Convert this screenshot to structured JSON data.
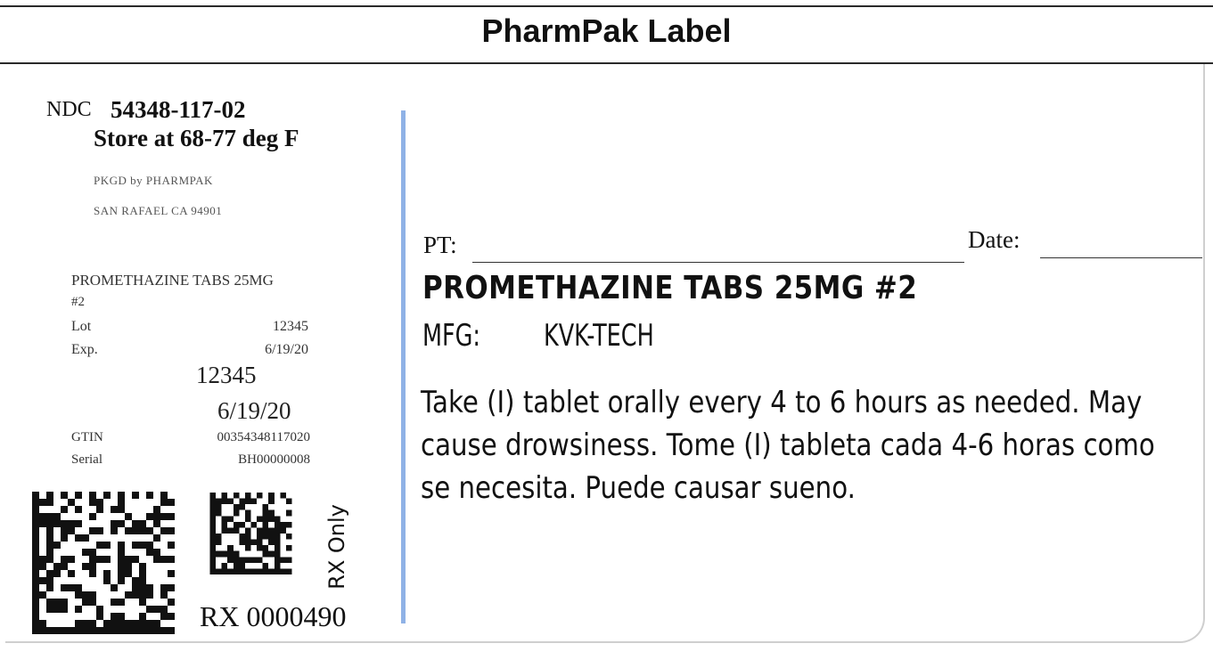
{
  "header": {
    "title": "PharmPak Label"
  },
  "left_panel": {
    "ndc_label": "NDC",
    "ndc_value": "54348-117-02",
    "storage": "Store at 68-77 deg F",
    "packaged_by": "PKGD by PHARMPAK",
    "packager_address": "SAN RAFAEL CA 94901",
    "drug_name": "PROMETHAZINE TABS 25MG",
    "drug_count": "#2",
    "lot_label": "Lot",
    "lot_value": "12345",
    "exp_label": "Exp.",
    "exp_value": "6/19/20",
    "lot_large": "12345",
    "exp_large": "6/19/20",
    "gtin_label": "GTIN",
    "gtin_value": "00354348117020",
    "serial_label": "Serial",
    "serial_value": "BH00000008",
    "rx_only": "RX Only",
    "rx_number": "RX 0000490"
  },
  "right_panel": {
    "pt_label": "PT:",
    "date_label": "Date:",
    "drug_name": "PROMETHAZINE TABS 25MG #2",
    "mfg_label": "MFG:",
    "mfg_value": "KVK-TECH",
    "directions": "Take (I) tablet orally every 4 to 6 hours as needed. May cause drowsiness. Tome (I) tableta cada 4-6 horas como se necesita. Puede causar sueno."
  },
  "colors": {
    "divider": "#8fb2e6",
    "text": "#111111"
  }
}
